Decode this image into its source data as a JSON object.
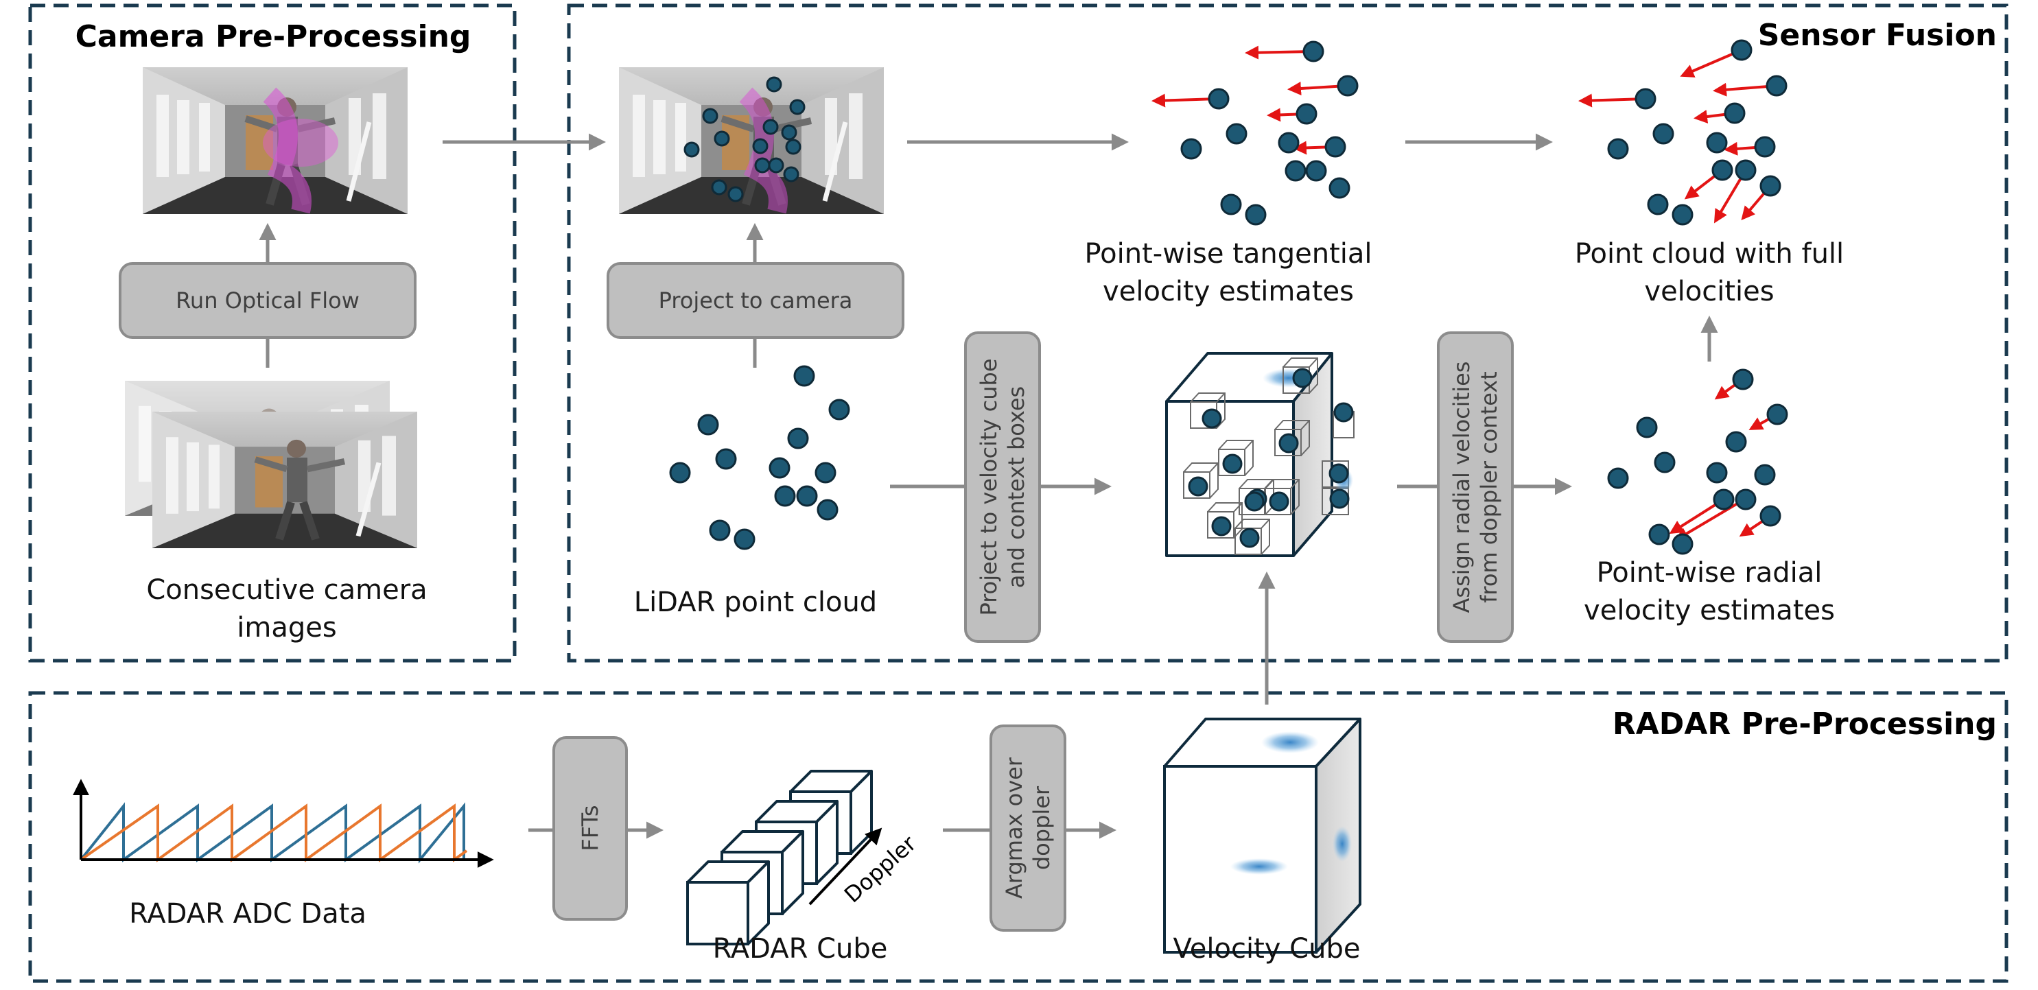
{
  "panels": {
    "camera": {
      "title": "Camera Pre-Processing"
    },
    "fusion": {
      "title": "Sensor Fusion"
    },
    "radar": {
      "title": "RADAR Pre-Processing"
    }
  },
  "buttons": {
    "optical_flow": "Run Optical Flow",
    "project_camera": "Project to camera",
    "project_cube_line1": "Project to velocity cube",
    "project_cube_line2": "and context boxes",
    "assign_line1": "Assign radial velocities",
    "assign_line2": "from doppler context",
    "ffts": "FFTs",
    "argmax_line1": "Argmax over",
    "argmax_line2": "doppler"
  },
  "captions": {
    "camera_images_line1": "Consecutive camera",
    "camera_images_line2": "images",
    "lidar": "LiDAR point cloud",
    "tangential_line1": "Point-wise tangential",
    "tangential_line2": "velocity estimates",
    "full_line1": "Point cloud with full",
    "full_line2": "velocities",
    "radial_line1": "Point-wise radial",
    "radial_line2": "velocity estimates",
    "adc": "RADAR ADC Data",
    "radar_cube": "RADAR Cube",
    "doppler": "Doppler",
    "velocity_cube": "Velocity Cube"
  },
  "colors": {
    "point": "#1d5873",
    "velocity_arrow": "#e31414",
    "flow_arrow": "#8a8a8a",
    "button_fill": "#bfbfbf",
    "panel_border": "#1a3a4f",
    "chirp_a": "#2e6f95",
    "chirp_b": "#e8772e"
  }
}
